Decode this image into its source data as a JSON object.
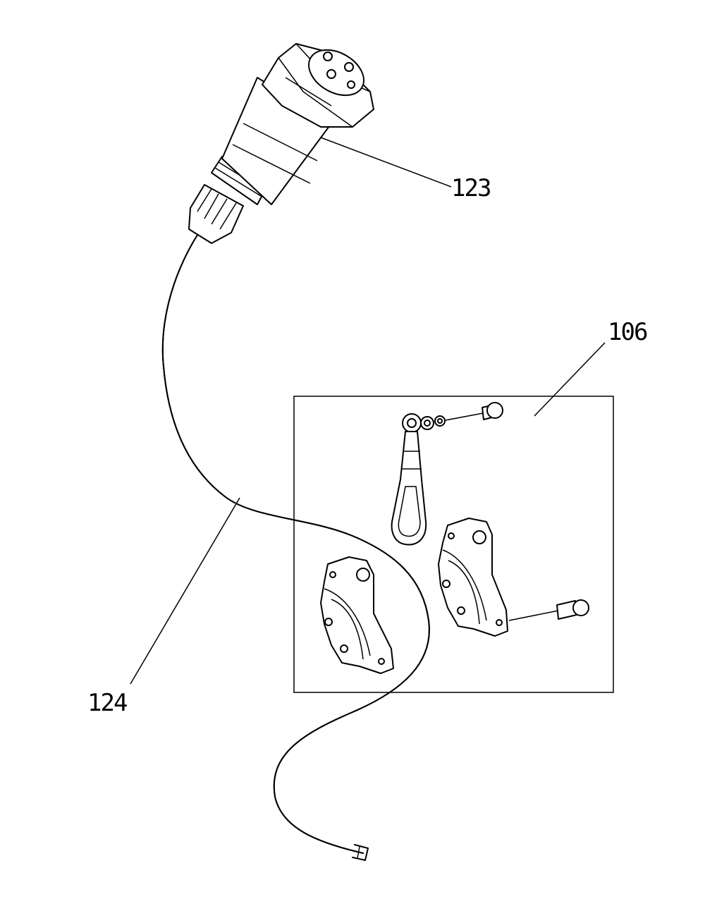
{
  "callouts": {
    "c123": {
      "label": "123"
    },
    "c106": {
      "label": "106"
    },
    "c124": {
      "label": "124"
    }
  }
}
